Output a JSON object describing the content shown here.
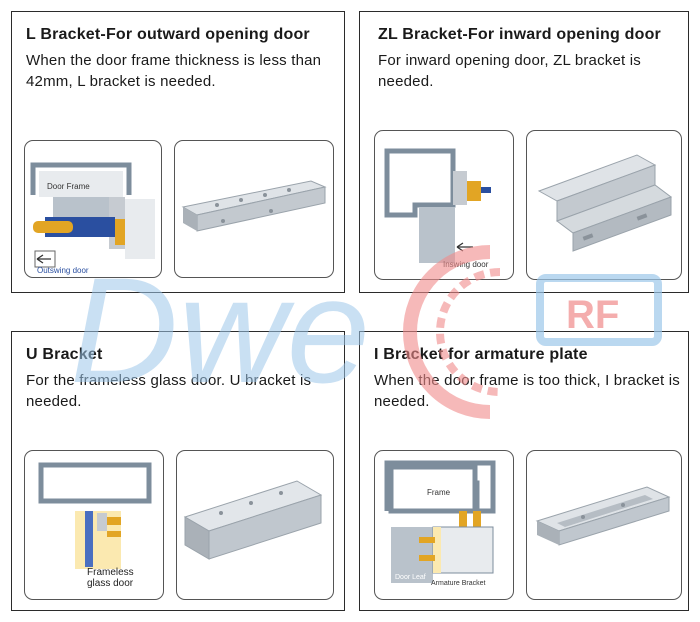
{
  "panels": {
    "l_bracket": {
      "title": "L Bracket-For outward opening door",
      "description": "When the door frame thickness is less than 42mm, L bracket is needed.",
      "diagram_labels": {
        "frame": "Door Frame",
        "swing": "Outswing door"
      }
    },
    "zl_bracket": {
      "title": "ZL Bracket-For inward opening door",
      "description": "For inward opening door, ZL bracket is needed.",
      "diagram_labels": {
        "swing": "Inswing door"
      }
    },
    "u_bracket": {
      "title": "U Bracket",
      "description": "For the frameless glass door. U bracket is needed.",
      "diagram_labels": {
        "glass_line1": "Frameless",
        "glass_line2": "glass door"
      }
    },
    "i_bracket": {
      "title": "I Bracket for armature plate",
      "description": "When the door frame is too thick, I bracket is needed.",
      "diagram_labels": {
        "frame": "Frame",
        "leaf": "Door Leaf",
        "armature": "Armature Bracket"
      }
    }
  },
  "watermark": {
    "brand": "Dwe",
    "badge": "RF"
  },
  "colors": {
    "panel_border": "#2b2b2b",
    "frame_outline": "#7d8d9c",
    "door_blue": "#2a4fa0",
    "bolt_gold": "#e2a524",
    "metal": "#c6cbd1",
    "watermark_blue": "#9cc7ea",
    "watermark_red": "#f08a8a"
  }
}
